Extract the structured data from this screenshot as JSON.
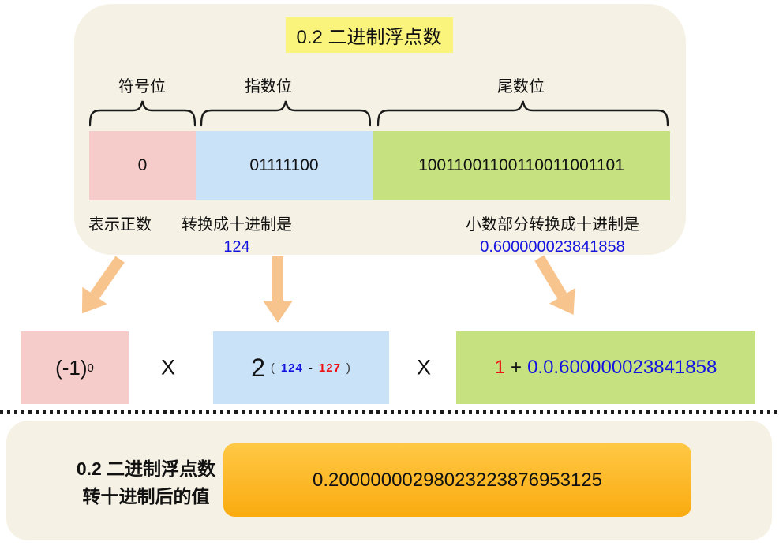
{
  "title": "0.2 二进制浮点数",
  "sign": {
    "label": "符号位",
    "bits": "0",
    "note": "表示正数"
  },
  "exponent": {
    "label": "指数位",
    "bits": "01111100",
    "note": "转换成十进制是",
    "decimal": "124"
  },
  "mantissa": {
    "label": "尾数位",
    "bits": "10011001100110011001101",
    "note": "小数部分转换成十进制是",
    "decimal": "0.600000023841858"
  },
  "formula": {
    "sign_base": "(-1)",
    "sign_exponent": "0",
    "multiply_1": "X",
    "exp_base": "2",
    "exp_paren_open": "(",
    "exp_value": "124",
    "exp_minus": "-",
    "exp_bias": "127",
    "exp_paren_close": ")",
    "multiply_2": "X",
    "mantissa_leading": "1",
    "mantissa_plus": "+",
    "mantissa_value": "0.0.600000023841858"
  },
  "result": {
    "caption_line1": "0.2 二进制浮点数",
    "caption_line2": "转十进制后的值",
    "value": "0.20000000298023223876953125"
  },
  "colors": {
    "panel_background": "#f5f1e4",
    "title_highlight": "#faf37c",
    "sign_box": "#f5ccca",
    "exponent_box": "#c9e2f8",
    "mantissa_box": "#c6e180",
    "arrow": "#f8c48e",
    "accent_blue": "#1414e0",
    "accent_red": "#ee1111",
    "result_box_top": "#ffc845",
    "result_box_bottom": "#faab10"
  }
}
